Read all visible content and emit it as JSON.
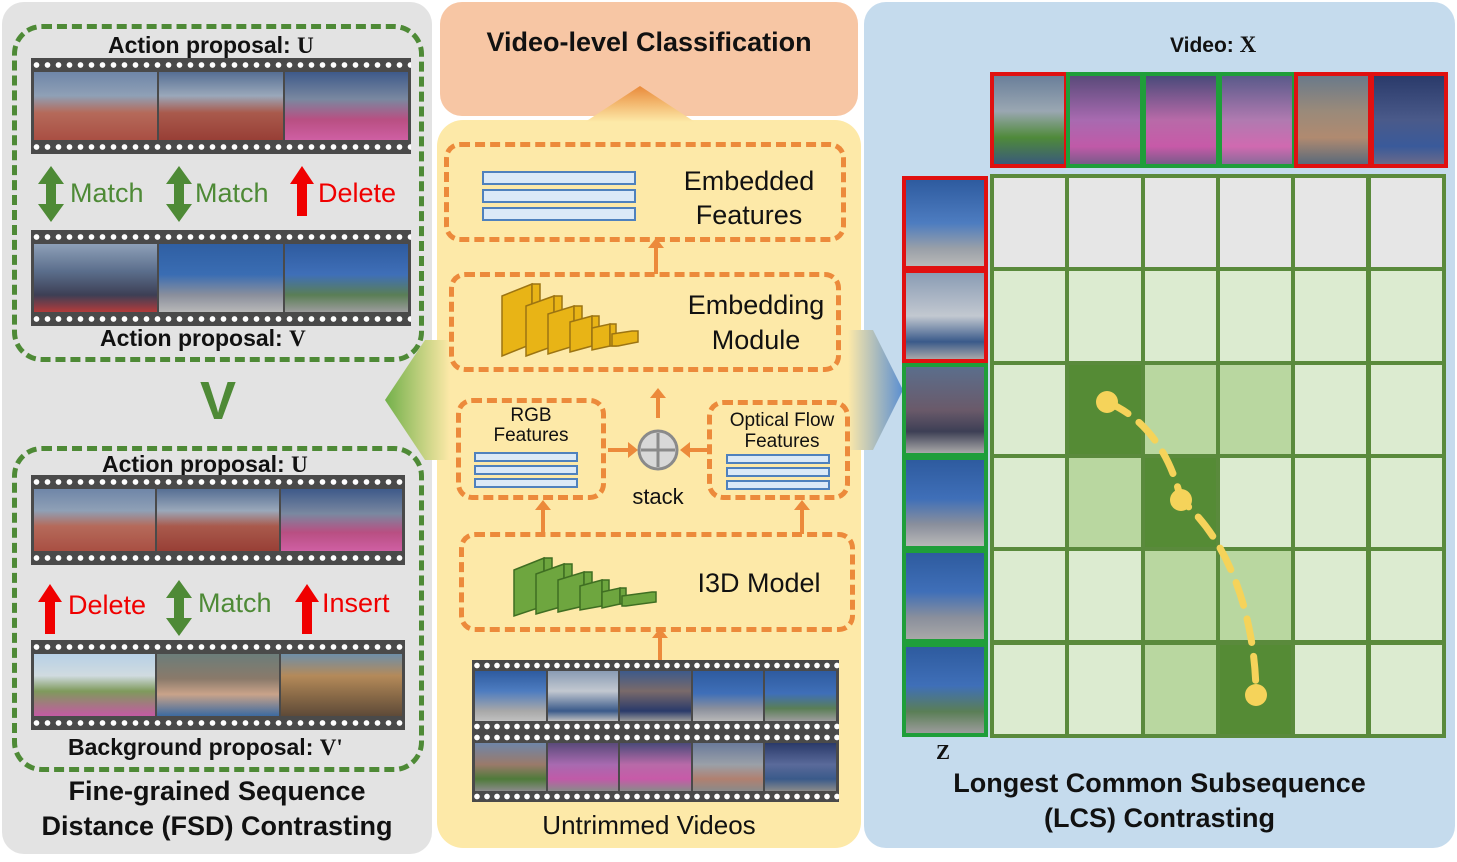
{
  "left": {
    "fsd_top": {
      "proposal_u_label": "Action proposal:",
      "proposal_u_var": "U",
      "proposal_v_label": "Action proposal:",
      "proposal_v_var": "V",
      "ops": [
        {
          "label": "Match",
          "kind": "match"
        },
        {
          "label": "Match",
          "kind": "match"
        },
        {
          "label": "Delete",
          "kind": "delete"
        }
      ]
    },
    "comparison_symbol": "V",
    "fsd_bottom": {
      "proposal_u_label": "Action proposal:",
      "proposal_u_var": "U",
      "background_label": "Background proposal:",
      "background_var": "V'",
      "ops": [
        {
          "label": "Delete",
          "kind": "delete"
        },
        {
          "label": "Match",
          "kind": "match"
        },
        {
          "label": "Insert",
          "kind": "insert"
        }
      ]
    },
    "title_line1": "Fine-grained Sequence",
    "title_line2": "Distance (FSD) Contrasting"
  },
  "middle": {
    "top_title": "Video-level Classification",
    "embedded_features_line1": "Embedded",
    "embedded_features_line2": "Features",
    "embedding_module_line1": "Embedding",
    "embedding_module_line2": "Module",
    "rgb_line1": "RGB",
    "rgb_line2": "Features",
    "flow_line1": "Optical Flow",
    "flow_line2": "Features",
    "stack_label": "stack",
    "i3d_label": "I3D Model",
    "bottom_label": "Untrimmed Videos"
  },
  "right": {
    "video_label": "Video:",
    "video_var": "X",
    "z_var": "Z",
    "title_line1": "Longest Common Subsequence",
    "title_line2": "(LCS) Contrasting",
    "columns_border": [
      "red",
      "green",
      "green",
      "green",
      "red",
      "red"
    ],
    "rows_border": [
      "red",
      "red",
      "green",
      "green",
      "green",
      "green"
    ],
    "colors": {
      "red": "#e01010",
      "green": "#1f9e3a",
      "grid_dark": "#558b35",
      "grid_mid": "#b9d7a0",
      "grid_light": "#dcebd0",
      "grid_empty": "#e6e6e6",
      "path": "#f5d35a"
    }
  }
}
